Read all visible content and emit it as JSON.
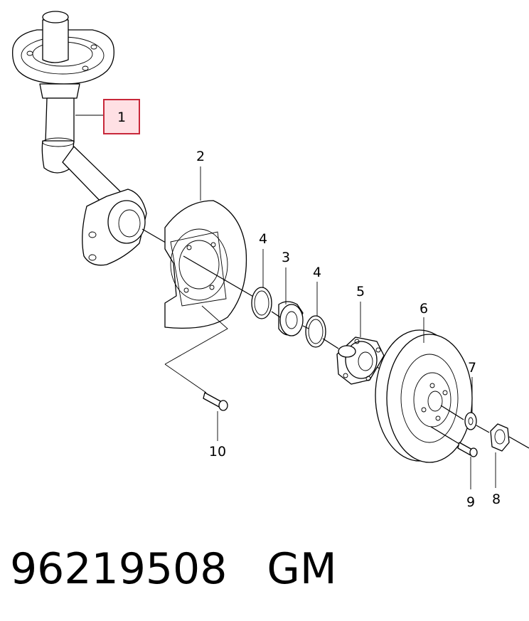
{
  "diagram": {
    "callouts": [
      {
        "id": "1",
        "label": "1"
      },
      {
        "id": "2",
        "label": "2"
      },
      {
        "id": "3",
        "label": "3"
      },
      {
        "id": "4a",
        "label": "4"
      },
      {
        "id": "4b",
        "label": "4"
      },
      {
        "id": "5",
        "label": "5"
      },
      {
        "id": "6",
        "label": "6"
      },
      {
        "id": "7",
        "label": "7"
      },
      {
        "id": "8",
        "label": "8"
      },
      {
        "id": "9",
        "label": "9"
      },
      {
        "id": "10",
        "label": "10"
      }
    ],
    "highlight_color": "#c8283a"
  },
  "caption": {
    "part_number": "96219508",
    "brand": "GM"
  }
}
